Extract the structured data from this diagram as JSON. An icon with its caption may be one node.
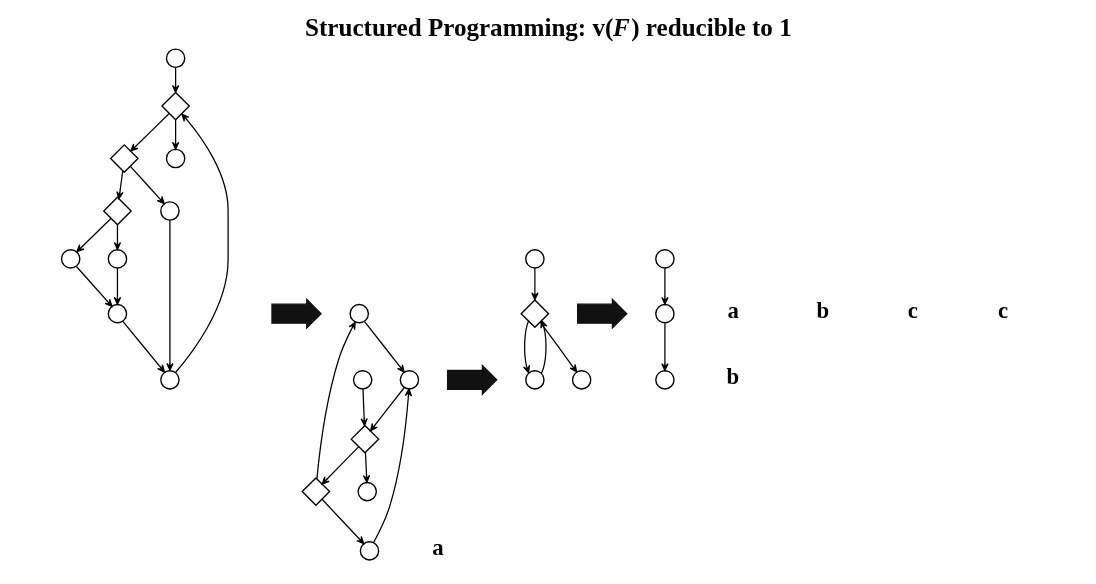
{
  "diagram": {
    "title": "Structured Programming: v(*F*) reducible to 1",
    "nodes": [
      {
        "text": [],
        "shape": "circle"
      },
      {
        "text": [],
        "shape": "diamond"
      },
      {
        "text": [],
        "shape": "diamond"
      },
      {
        "text": [],
        "shape": "diamond"
      },
      {
        "text": [],
        "shape": "circle"
      },
      {
        "text": [],
        "shape": "circle"
      },
      {
        "text": [],
        "shape": "circle"
      },
      {
        "text": [],
        "shape": "circle"
      },
      {
        "text": [],
        "shape": "circle"
      },
      {
        "text": [],
        "shape": "circle"
      },
      {
        "text": [],
        "shape": "arrow"
      },
      {
        "text": [],
        "shape": "circle"
      },
      {
        "text": [],
        "shape": "diamond"
      },
      {
        "text": [],
        "shape": "diamond"
      },
      {
        "text": [],
        "shape": "circle"
      },
      {
        "text": [],
        "shape": "circle"
      },
      {
        "text": [],
        "shape": "circle"
      },
      {
        "text": [],
        "shape": "circle"
      },
      {
        "text": [],
        "shape": "arrow"
      },
      {
        "text": [],
        "shape": "circle"
      },
      {
        "text": [],
        "shape": "diamond"
      },
      {
        "text": [],
        "shape": "circle"
      },
      {
        "text": [],
        "shape": "circle"
      },
      {
        "text": [],
        "shape": "arrow"
      },
      {
        "text": [],
        "shape": "circle"
      },
      {
        "text": [],
        "shape": "circle"
      },
      {
        "text": [],
        "shape": "circle"
      }
    ],
    "edges": [
      {
        "from": 0,
        "to": 1,
        "arrow": "to"
      },
      {
        "from": 1,
        "to": 2,
        "arrow": "to"
      },
      {
        "from": 2,
        "to": 3,
        "arrow": "to"
      },
      {
        "from": 2,
        "to": 7,
        "arrow": "to"
      },
      {
        "from": 3,
        "to": 4,
        "arrow": "to"
      },
      {
        "from": 3,
        "to": 5,
        "arrow": "to"
      },
      {
        "from": 4,
        "to": 6,
        "arrow": "to"
      },
      {
        "from": 5,
        "to": 6,
        "arrow": "to"
      },
      {
        "from": 6,
        "to": 8,
        "arrow": "to"
      },
      {
        "from": 7,
        "to": 8,
        "arrow": "to"
      },
      {
        "from": 8,
        "to": 1,
        "arrow": "to"
      },
      {
        "from": 1,
        "to": 9,
        "arrow": "to"
      },
      {
        "from": 11,
        "to": 12,
        "arrow": "to"
      },
      {
        "from": 12,
        "to": 13,
        "arrow": "to"
      },
      {
        "from": 13,
        "to": 14,
        "arrow": "to"
      },
      {
        "from": 13,
        "to": 15,
        "arrow": "to"
      },
      {
        "from": 14,
        "to": 16,
        "arrow": "to"
      },
      {
        "from": 15,
        "to": 16,
        "arrow": "to"
      },
      {
        "from": 16,
        "to": 12,
        "arrow": "to"
      },
      {
        "from": 12,
        "to": 17,
        "arrow": "to"
      },
      {
        "from": 19,
        "to": 20,
        "arrow": "to"
      },
      {
        "from": 20,
        "to": 21,
        "arrow": "to"
      },
      {
        "from": 21,
        "to": 20,
        "arrow": "to"
      },
      {
        "from": 20,
        "to": 22,
        "arrow": "to"
      },
      {
        "from": 24,
        "to": 25,
        "arrow": "to"
      },
      {
        "from": 25,
        "to": 26,
        "arrow": "to"
      }
    ],
    "labels": [
      "a",
      "b",
      "a",
      "c",
      "b",
      "c"
    ]
  }
}
